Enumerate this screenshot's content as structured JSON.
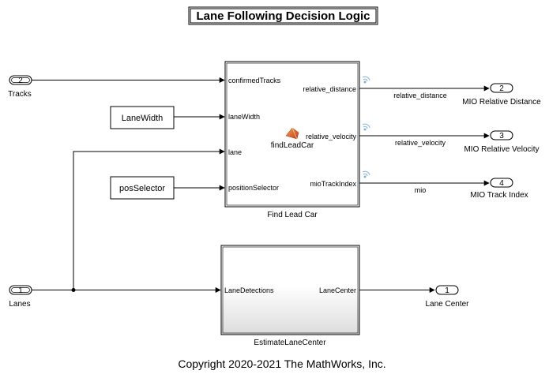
{
  "title": "Lane Following Decision Logic",
  "copyright": "Copyright 2020-2021 The MathWorks, Inc.",
  "inports": [
    {
      "number": "2",
      "label": "Tracks"
    },
    {
      "number": "1",
      "label": "Lanes"
    }
  ],
  "constants": [
    {
      "label": "LaneWidth"
    },
    {
      "label": "posSelector"
    }
  ],
  "find_lead_car": {
    "block_name": "Find Lead Car",
    "function_label": "findLeadCar",
    "inputs": [
      "confirmedTracks",
      "laneWidth",
      "lane",
      "positionSelector"
    ],
    "outputs": [
      "relative_distance",
      "relative_velocity",
      "mioTrackIndex"
    ]
  },
  "estimate_lane_center": {
    "block_name": "EstimateLaneCenter",
    "input": "LaneDetections",
    "output": "LaneCenter"
  },
  "signals": [
    "relative_distance",
    "relative_velocity",
    "mio"
  ],
  "outports": [
    {
      "number": "2",
      "label": "MIO Relative Distance"
    },
    {
      "number": "3",
      "label": "MIO Relative Velocity"
    },
    {
      "number": "4",
      "label": "MIO Track Index"
    },
    {
      "number": "1",
      "label": "Lane Center"
    }
  ],
  "colors": {
    "wifi_icon": "#7fb2d9",
    "matlab_orange": "#e8742c",
    "matlab_red": "#c4361c",
    "subsystem_gradient_bottom": "#dcdcdc"
  }
}
